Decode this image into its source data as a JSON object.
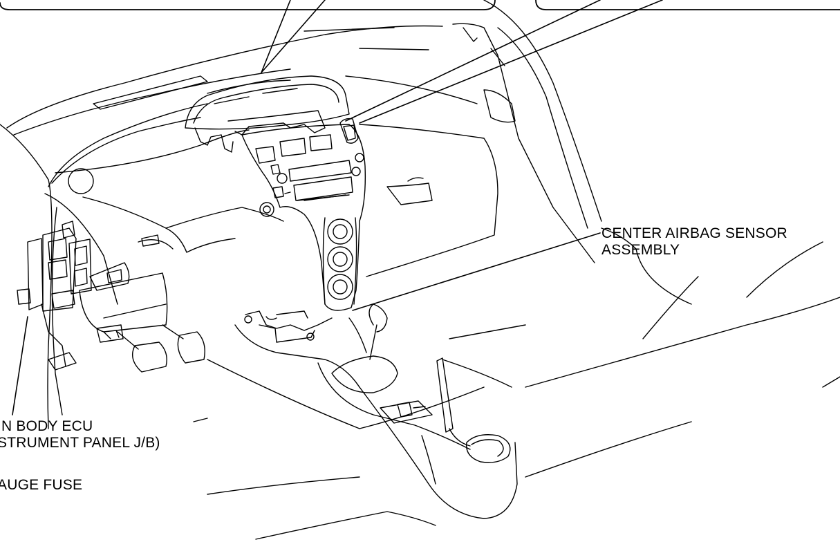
{
  "labels": {
    "center_airbag_line1": "CENTER AIRBAG SENSOR",
    "center_airbag_line2": "ASSEMBLY",
    "main_body_ecu_line1": "IN BODY ECU",
    "main_body_ecu_line2": "STRUMENT PANEL J/B)",
    "gauge_fuse": "AUGE FUSE"
  },
  "colors": {
    "line": "#000000",
    "background": "#ffffff"
  }
}
